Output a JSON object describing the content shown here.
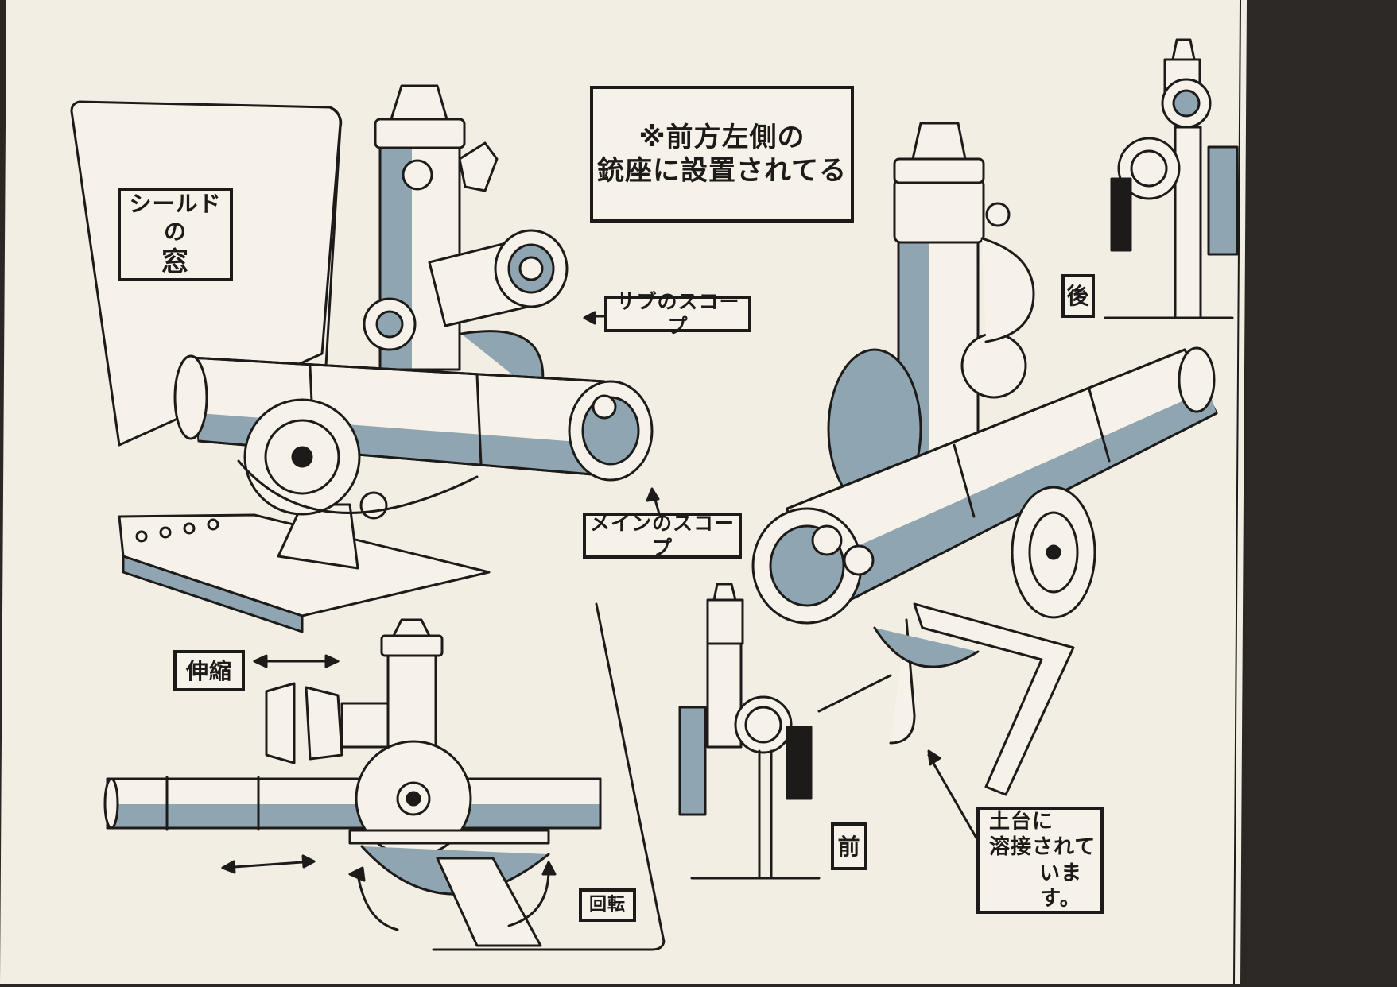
{
  "labels": {
    "note_line1": "※前方左側の",
    "note_line2": "銃座に設置されてる",
    "shield_line1": "シールドの",
    "shield_line2": "窓",
    "sub_scope": "サブのスコープ",
    "main_scope": "メインのスコープ",
    "rear": "後",
    "front": "前",
    "telescoping": "伸縮",
    "rotation": "回転",
    "base_line1": "土台に",
    "base_line2": "溶接されて",
    "base_line3": "います。"
  },
  "colors": {
    "paper": "#f3eee4",
    "ink": "#1d1b1a",
    "shade": "#8fa6b2",
    "red_line": "#c0392b",
    "dark_surround": "#2a2725"
  }
}
